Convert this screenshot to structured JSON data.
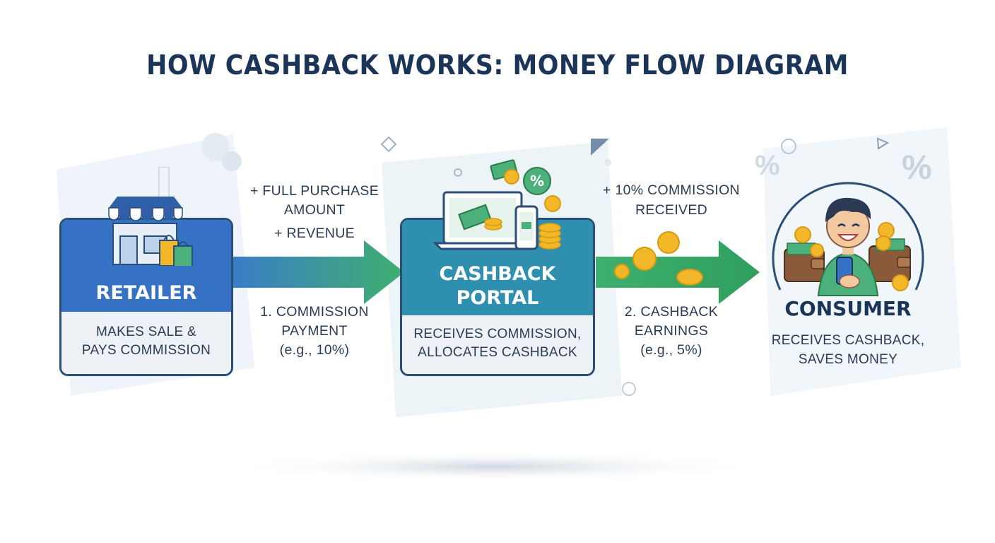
{
  "title": "HOW CASHBACK WORKS: MONEY FLOW DIAGRAM",
  "colors": {
    "retailer_blue": "#3571c4",
    "portal_teal": "#2f8fae",
    "arrow_blue": "#3a7dc8",
    "arrow_green": "#3fb06e",
    "border_navy": "#2b4e79",
    "coin_gold": "#f2b829"
  },
  "nodes": {
    "retailer": {
      "name": "RETAILER",
      "desc": [
        "MAKES SALE &",
        "PAYS COMMISSION"
      ],
      "icon": "storefront-icon"
    },
    "portal": {
      "name": [
        "CASHBACK",
        "PORTAL"
      ],
      "desc": [
        "RECEIVES COMMISSION,",
        "ALLOCATES CASHBACK"
      ],
      "icon": "devices-money-icon"
    },
    "consumer": {
      "name": "CONSUMER",
      "desc": [
        "RECEIVES CASHBACK,",
        "SAVES MONEY"
      ],
      "icon": "happy-consumer-icon"
    }
  },
  "flows": {
    "first": {
      "top": [
        "+ FULL PURCHASE",
        "AMOUNT",
        "+ REVENUE"
      ],
      "bottom": [
        "1. COMMISSION",
        "PAYMENT",
        "(e.g., 10%)"
      ]
    },
    "second": {
      "top": [
        "+ 10% COMMISSION",
        "RECEIVED"
      ],
      "bottom": [
        "2. CASHBACK",
        "EARNINGS",
        "(e.g., 5%)"
      ]
    }
  },
  "decor": {
    "percent_glyph": "%"
  }
}
